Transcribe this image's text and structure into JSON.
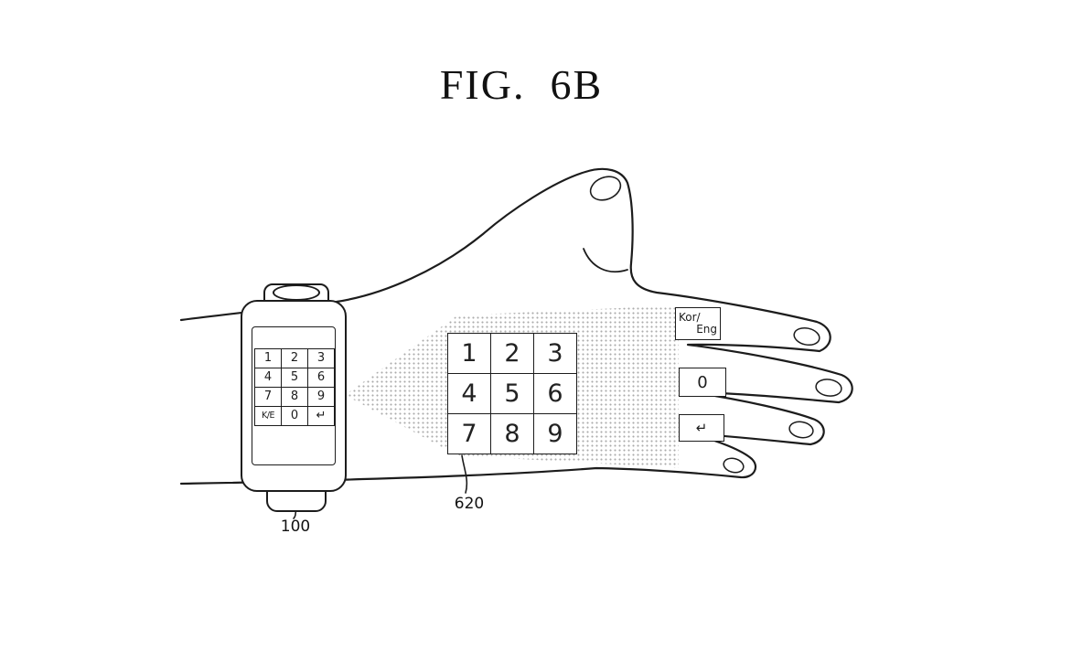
{
  "figure": {
    "title": "FIG.  6B"
  },
  "watch": {
    "ref_label": "100",
    "keypad": {
      "rows": [
        [
          "1",
          "2",
          "3"
        ],
        [
          "4",
          "5",
          "6"
        ],
        [
          "7",
          "8",
          "9"
        ],
        [
          "K/E",
          "0",
          "↵"
        ]
      ]
    }
  },
  "projection": {
    "ref_label": "620",
    "keypad": {
      "rows": [
        [
          "1",
          "2",
          "3"
        ],
        [
          "4",
          "5",
          "6"
        ],
        [
          "7",
          "8",
          "9"
        ]
      ]
    }
  },
  "finger_buttons": {
    "lang_toggle_line1": "Kor/",
    "lang_toggle_line2": "Eng",
    "zero": "0",
    "enter": "↵"
  },
  "colors": {
    "ink": "#1c1c1c",
    "stipple": "#ababab",
    "background": "#ffffff"
  }
}
